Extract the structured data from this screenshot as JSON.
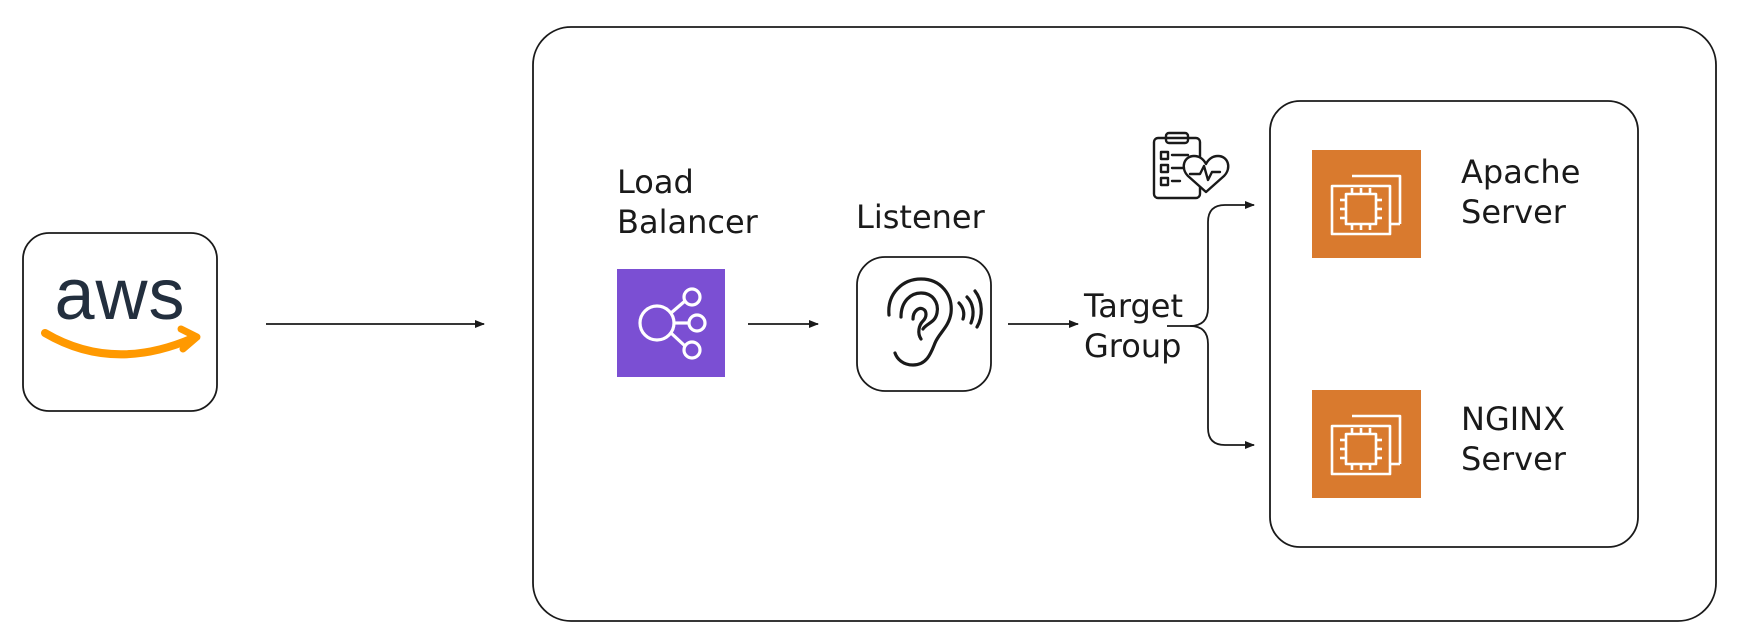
{
  "aws": {
    "logo_text": "aws",
    "colors": {
      "text": "#232F3E",
      "smile": "#FF9900"
    }
  },
  "load_balancer": {
    "label_line1": "Load",
    "label_line2": "Balancer",
    "icon": "elastic-load-balancing-icon",
    "color": "#7B4FD3"
  },
  "listener": {
    "label": "Listener",
    "icon": "ear-icon"
  },
  "target_group": {
    "label_line1": "Target",
    "label_line2": "Group",
    "icon": "health-check-clipboard-icon"
  },
  "servers": [
    {
      "label_line1": "Apache",
      "label_line2": "Server",
      "icon": "ec2-instance-icon",
      "color": "#D97A2E"
    },
    {
      "label_line1": "NGINX",
      "label_line2": "Server",
      "icon": "ec2-instance-icon",
      "color": "#D97A2E"
    }
  ]
}
